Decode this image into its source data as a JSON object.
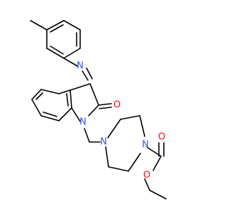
{
  "atoms": {
    "imine_n": "N",
    "indole_n": "N",
    "piperazine_n1": "N",
    "piperazine_n4": "N",
    "lactam_o": "O",
    "carbamate_o_double": "O",
    "carbamate_o_ester": "O"
  },
  "colors": {
    "bond": "#000000",
    "nitrogen": "#3050f8",
    "oxygen": "#ff0d0d",
    "background": "#ffffff"
  }
}
